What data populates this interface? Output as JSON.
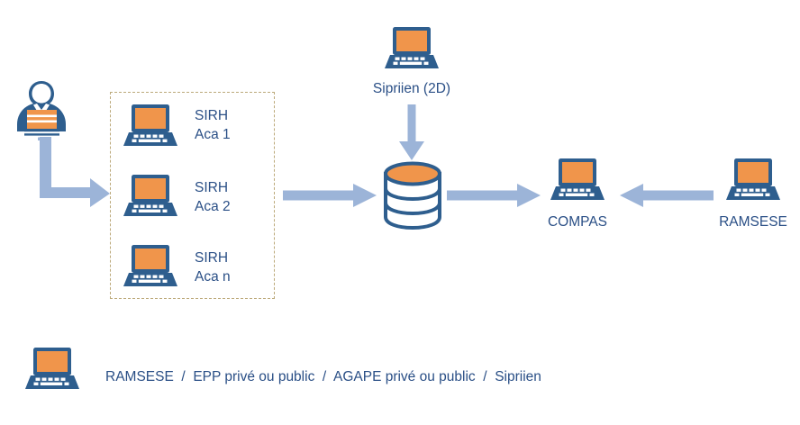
{
  "diagram": {
    "title": "",
    "colors": {
      "orange": "#F0954B",
      "blue": "#2E5E8E",
      "dark_blue_text": "#2A4F86",
      "arrow_blue": "#9CB4D8",
      "dashed_border": "#BCA97A",
      "background": "#FFFFFF"
    },
    "nodes": {
      "person": {
        "icon": "person-with-laptop-icon",
        "label": ""
      },
      "sirh_group": [
        {
          "icon": "laptop-icon",
          "line1": "SIRH",
          "line2": "Aca 1"
        },
        {
          "icon": "laptop-icon",
          "line1": "SIRH",
          "line2": "Aca 2"
        },
        {
          "icon": "laptop-icon",
          "line1": "SIRH",
          "line2": "Aca n"
        }
      ],
      "sipriien": {
        "icon": "laptop-icon",
        "label": "Sipriien (2D)"
      },
      "database": {
        "icon": "database-cylinder-icon",
        "label": ""
      },
      "compas": {
        "icon": "laptop-icon",
        "label": "COMPAS"
      },
      "ramsese": {
        "icon": "laptop-icon",
        "label": "RAMSESE"
      }
    },
    "arrows": [
      {
        "name": "person-to-sirh",
        "direction": "down-then-right"
      },
      {
        "name": "sirh-to-database",
        "direction": "right"
      },
      {
        "name": "sipriien-to-database",
        "direction": "down"
      },
      {
        "name": "database-to-compas",
        "direction": "right"
      },
      {
        "name": "ramsese-to-compas",
        "direction": "left"
      }
    ],
    "legend": {
      "icon": "laptop-icon",
      "text": "RAMSESE  /  EPP privé ou public  /  AGAPE privé ou public  /  Sipriien"
    }
  }
}
